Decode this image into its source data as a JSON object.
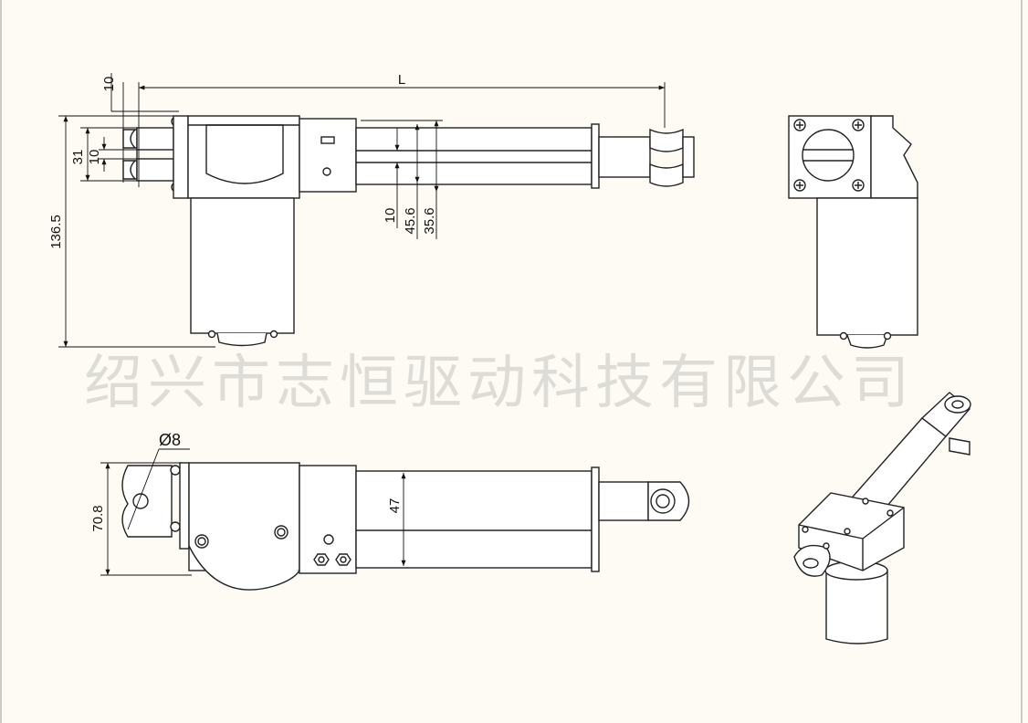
{
  "drawing": {
    "watermark": "绍兴市志恒驱动科技有限公司",
    "dimensions": {
      "top_view": {
        "length": "L",
        "clevis_offset": "10",
        "height_31": "31",
        "height_10": "10",
        "overall_height": "136.5",
        "rod_10": "10",
        "tube_45_6": "45.6",
        "tube_35_6": "35.6"
      },
      "bottom_view": {
        "hole_diameter": "Ø8",
        "overall_width": "70.8",
        "tube_width": "47"
      }
    }
  }
}
